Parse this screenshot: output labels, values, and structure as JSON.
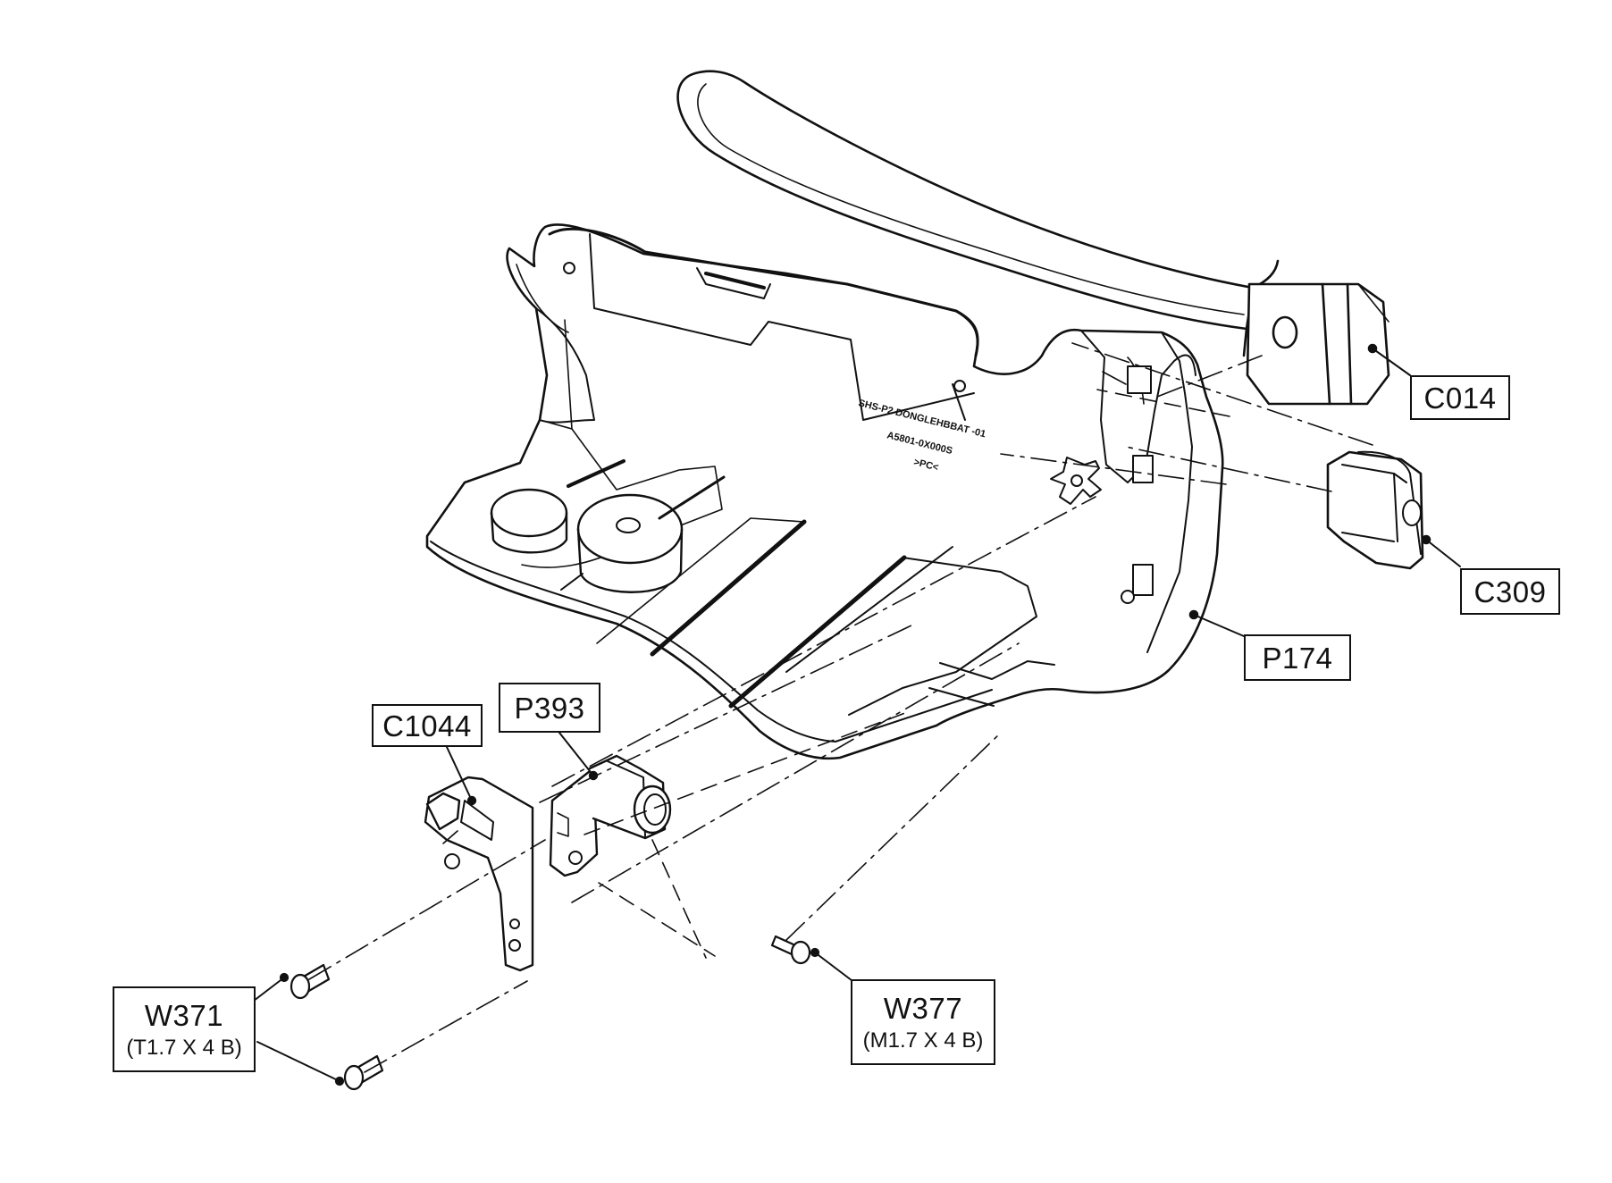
{
  "diagram": {
    "callouts": [
      {
        "id": "C014",
        "code": "C014",
        "spec": ""
      },
      {
        "id": "C309",
        "code": "C309",
        "spec": ""
      },
      {
        "id": "P174",
        "code": "P174",
        "spec": ""
      },
      {
        "id": "P393",
        "code": "P393",
        "spec": ""
      },
      {
        "id": "C1044",
        "code": "C1044",
        "spec": ""
      },
      {
        "id": "W371",
        "code": "W371",
        "spec": "(T1.7 X 4 B)"
      },
      {
        "id": "W377",
        "code": "W377",
        "spec": "(M1.7 X 4 B)"
      }
    ],
    "molded_text": [
      "SHS-P2 DONGLEHBBAT -01",
      "A5801-0X000S",
      ">PC<"
    ]
  },
  "colors": {
    "line": "#111111",
    "fill": "#ffffff",
    "shade": "#e6e6e6"
  }
}
